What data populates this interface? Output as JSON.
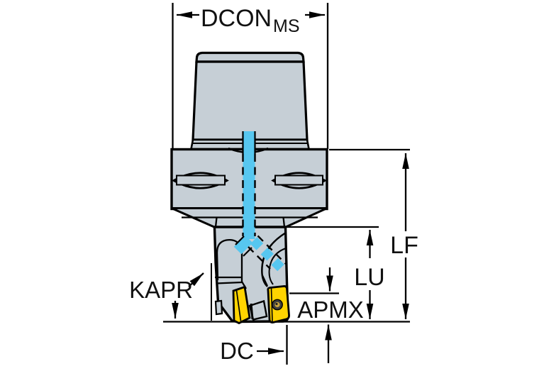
{
  "diagram": {
    "type": "technical-dimension-drawing",
    "subject": "square-shoulder milling cutter with indexable inserts and internal coolant channel",
    "labels": {
      "dcon_main": "DCON",
      "dcon_sub": "MS",
      "lf": "LF",
      "lu": "LU",
      "apmx": "APMX",
      "kapr": "KAPR",
      "dc": "DC"
    },
    "colors": {
      "body": "#c6cfd6",
      "coolant": "#57c7f0",
      "insert": "#ffd400",
      "outline": "#000000",
      "background": "#ffffff"
    }
  }
}
